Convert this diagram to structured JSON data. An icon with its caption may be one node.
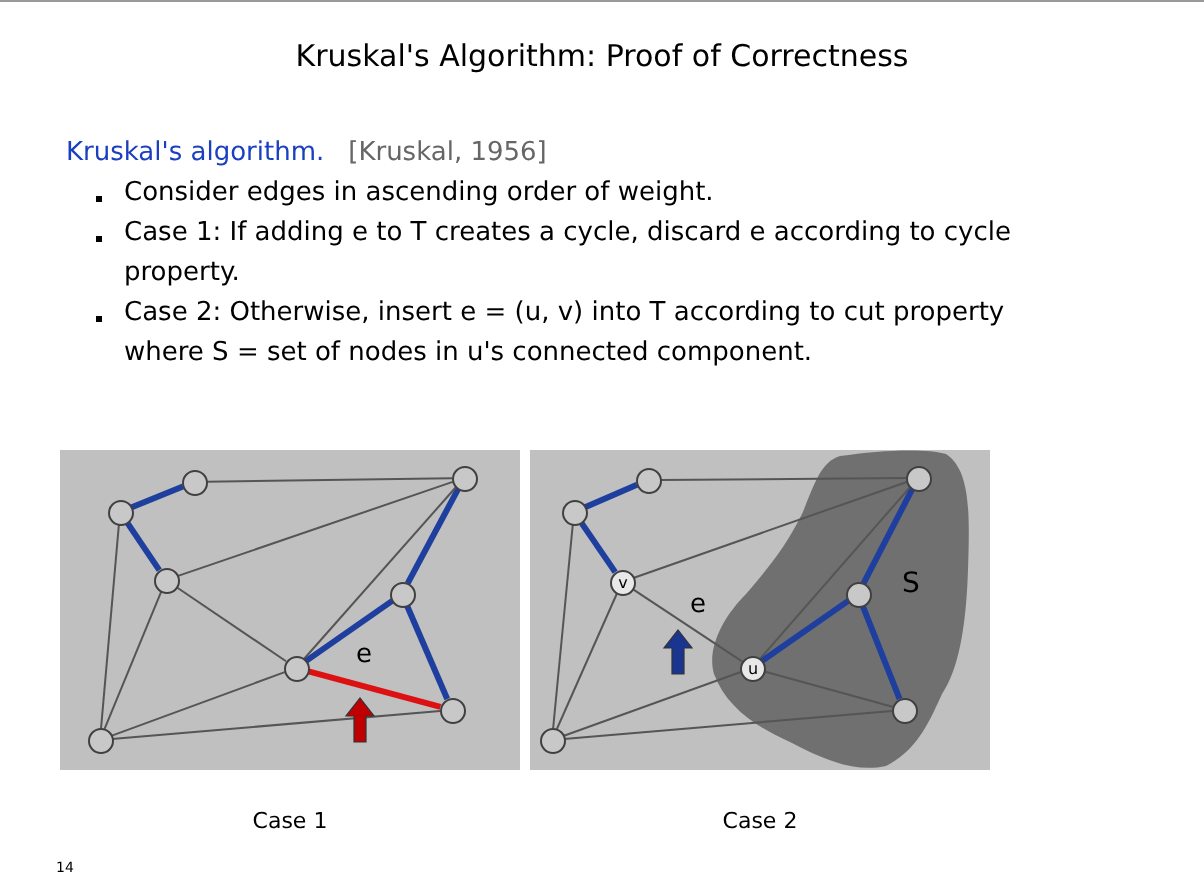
{
  "diagram": {
    "title": "Kruskal's Algorithm: Proof of Correctness",
    "nodes": [
      {
        "text": [],
        "shape": "box",
        "beside": [
          "Case 1"
        ]
      },
      {
        "text": [],
        "shape": "circle",
        "in": 0
      },
      {
        "text": [],
        "shape": "circle",
        "in": 0
      },
      {
        "text": [],
        "shape": "circle",
        "in": 0
      },
      {
        "text": [],
        "shape": "circle",
        "in": 0
      },
      {
        "text": [],
        "shape": "circle",
        "in": 0
      },
      {
        "text": [],
        "shape": "circle",
        "in": 0
      },
      {
        "text": [],
        "shape": "circle",
        "in": 0
      },
      {
        "text": [],
        "shape": "circle",
        "in": 0
      },
      {
        "text": [],
        "shape": "box",
        "beside": [
          "Case 2"
        ]
      },
      {
        "text": [],
        "shape": "circle",
        "in": 9
      },
      {
        "text": [],
        "shape": "circle",
        "in": 9
      },
      {
        "text": [
          "v"
        ],
        "in": 9
      },
      {
        "text": [
          "S"
        ],
        "in": 9
      },
      {
        "text": [],
        "shape": "circle",
        "in": 13
      },
      {
        "text": [],
        "shape": "circle",
        "in": 13
      },
      {
        "text": [
          "u"
        ],
        "in": 13
      },
      {
        "text": [],
        "shape": "circle",
        "in": 13
      },
      {
        "text": [],
        "shape": "circle",
        "in": 9
      },
      {
        "text": [],
        "shape": "arrow",
        "in": 0
      },
      {
        "text": [],
        "shape": "arrow",
        "in": 9
      }
    ],
    "edges": [
      {
        "from": 1,
        "to": 2,
        "arrow": "none",
        "style": "thick",
        "color": "#1f3f9f"
      },
      {
        "from": 2,
        "to": 3,
        "arrow": "none",
        "style": "thick",
        "color": "#1f3f9f"
      },
      {
        "from": 2,
        "to": 8,
        "arrow": "none"
      },
      {
        "from": 1,
        "to": 4,
        "arrow": "none"
      },
      {
        "from": 3,
        "to": 4,
        "arrow": "none"
      },
      {
        "from": 3,
        "to": 6,
        "arrow": "none"
      },
      {
        "from": 3,
        "to": 8,
        "arrow": "none"
      },
      {
        "from": 4,
        "to": 5,
        "arrow": "none",
        "style": "thick",
        "color": "#1f3f9f"
      },
      {
        "from": 4,
        "to": 6,
        "arrow": "none"
      },
      {
        "from": 5,
        "to": 6,
        "arrow": "none",
        "style": "thick",
        "color": "#1f3f9f"
      },
      {
        "from": 5,
        "to": 7,
        "arrow": "none",
        "style": "thick",
        "color": "#1f3f9f"
      },
      {
        "from": 6,
        "to": 7,
        "arrow": "none",
        "label": "e",
        "style": "thick",
        "color": "#dd1111"
      },
      {
        "from": 6,
        "to": 8,
        "arrow": "none"
      },
      {
        "from": 7,
        "to": 8,
        "arrow": "none"
      },
      {
        "from": 10,
        "to": 11,
        "arrow": "none",
        "style": "thick",
        "color": "#1f3f9f"
      },
      {
        "from": 11,
        "to": 12,
        "arrow": "none",
        "style": "thick",
        "color": "#1f3f9f"
      },
      {
        "from": 11,
        "to": 18,
        "arrow": "none"
      },
      {
        "from": 10,
        "to": 14,
        "arrow": "none"
      },
      {
        "from": 12,
        "to": 14,
        "arrow": "none"
      },
      {
        "from": 12,
        "to": 16,
        "arrow": "none",
        "label": "e"
      },
      {
        "from": 12,
        "to": 18,
        "arrow": "none"
      },
      {
        "from": 14,
        "to": 15,
        "arrow": "none",
        "style": "thick",
        "color": "#1f3f9f"
      },
      {
        "from": 14,
        "to": 16,
        "arrow": "none"
      },
      {
        "from": 15,
        "to": 16,
        "arrow": "none",
        "style": "thick",
        "color": "#1f3f9f"
      },
      {
        "from": 15,
        "to": 17,
        "arrow": "none",
        "style": "thick",
        "color": "#1f3f9f"
      },
      {
        "from": 16,
        "to": 17,
        "arrow": "none"
      },
      {
        "from": 16,
        "to": 18,
        "arrow": "none"
      },
      {
        "from": 17,
        "to": 18,
        "arrow": "none"
      }
    ],
    "labels": [
      "Kruskal's algorithm.",
      "[Kruskal, 1956]",
      "Consider edges in ascending order of weight.",
      "Case 1:  If adding e to T creates a cycle, discard e according to cycle property.",
      "Case 2:  Otherwise, insert e = (u, v) into T according to cut property where S = set of nodes in u's connected component.",
      "14"
    ]
  }
}
